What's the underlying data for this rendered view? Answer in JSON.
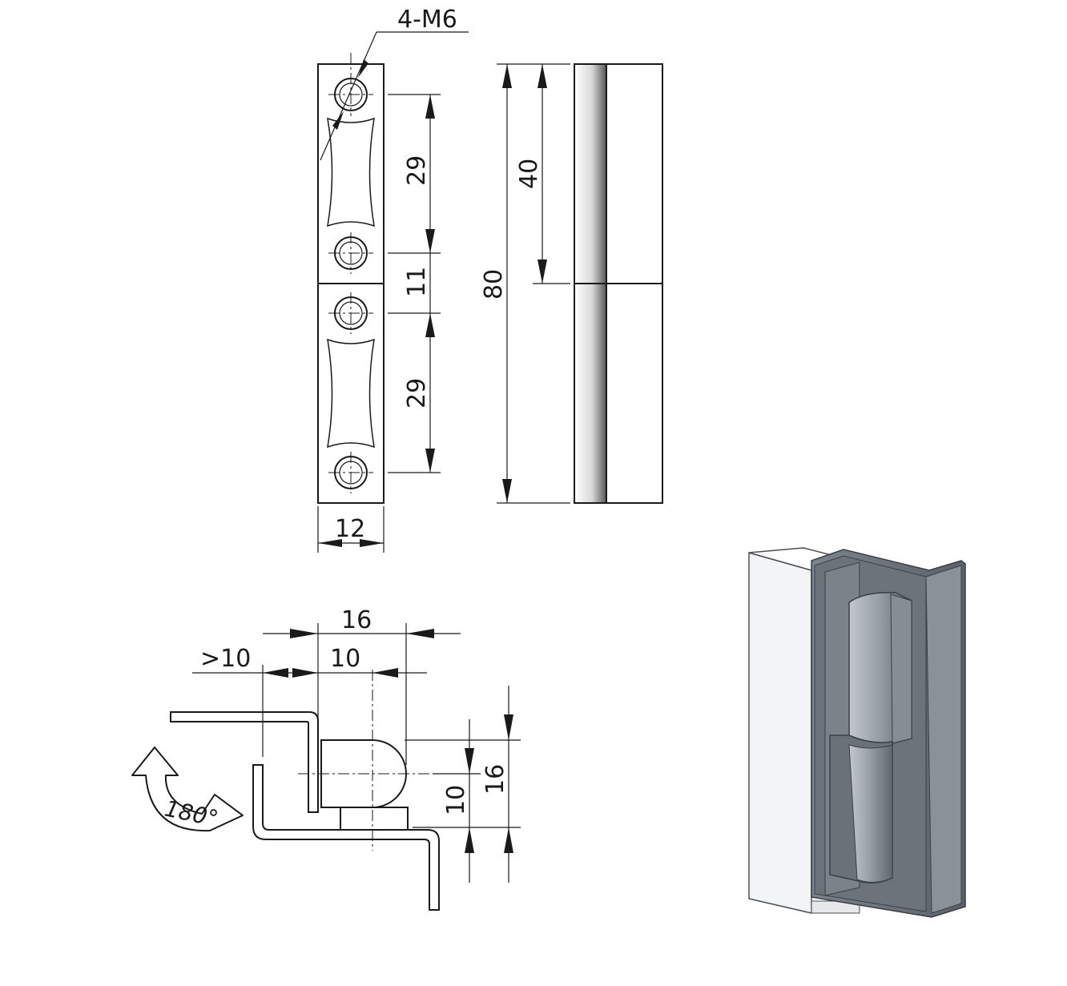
{
  "dimensions": {
    "thread": "4-M6",
    "pitch_upper": "29",
    "gap": "11",
    "pitch_lower": "29",
    "width": "12",
    "height_half": "40",
    "height_total": "80",
    "offset_total": "16",
    "offset_min": ">10",
    "offset_pin": "10",
    "depth_total": "16",
    "depth_pin": "10",
    "rotation": "180°"
  },
  "colors": {
    "line": "#1a1a1a",
    "leaf_light": "#e9ecef",
    "leaf_dark": "#6f777f",
    "leaf_mid": "#8a9198",
    "pin": "#9aa1a8"
  }
}
